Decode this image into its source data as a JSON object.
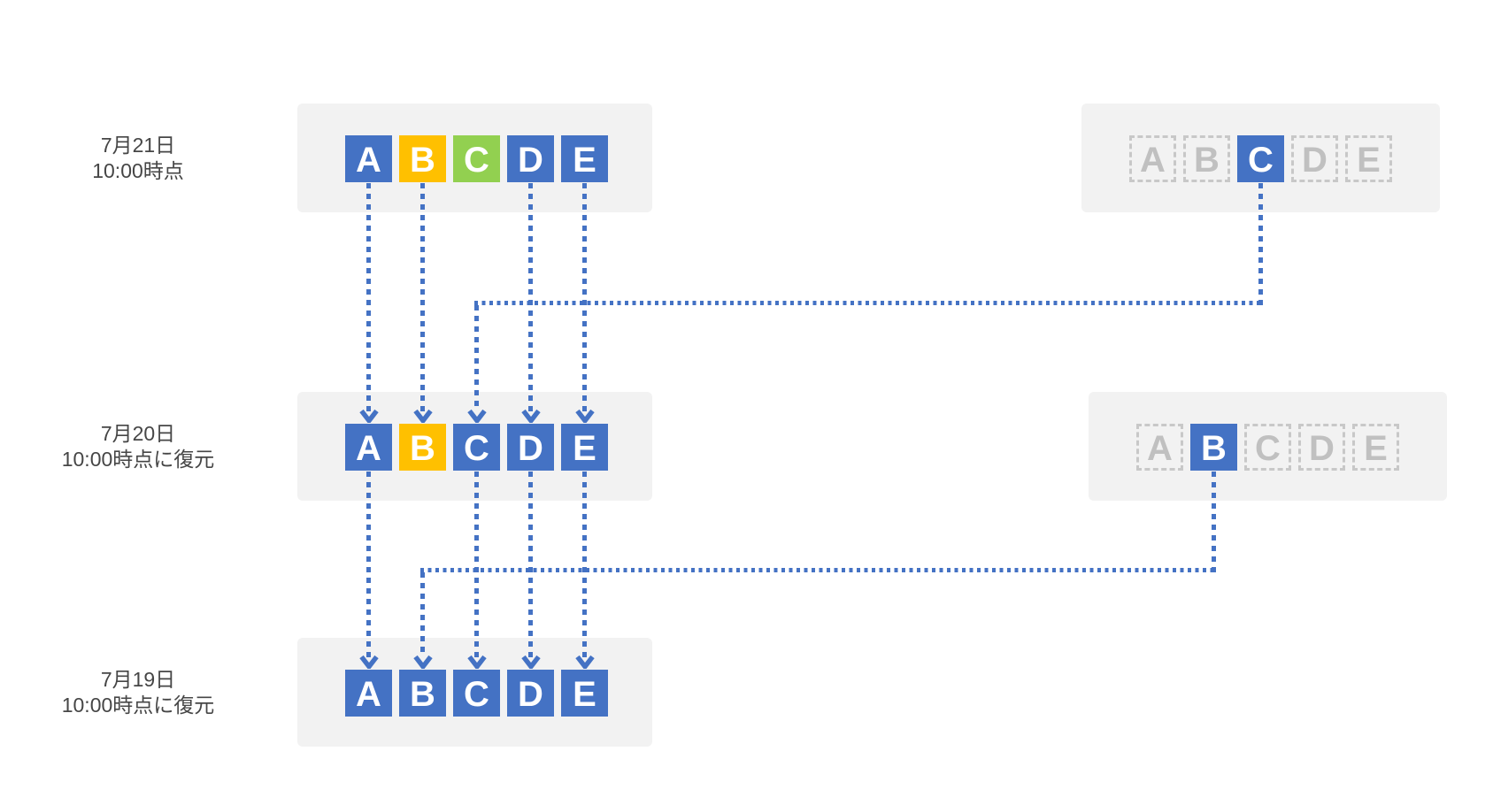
{
  "diagram": {
    "description": "backup-restore-flow-diagram",
    "colors": {
      "background": "#ffffff",
      "blue": "#4472c4",
      "yellow": "#ffc000",
      "green": "#92d050",
      "panel_bg": "#f2f2f2",
      "ghost_border": "#c8c8c8",
      "ghost_text": "#c0c0c0",
      "label_text": "#464646",
      "connector": "#4472c4"
    },
    "rows": [
      {
        "label_lines": [
          "7月21日",
          "10:00時点"
        ],
        "left_boxes": [
          {
            "letter": "A",
            "style": "blue"
          },
          {
            "letter": "B",
            "style": "yellow"
          },
          {
            "letter": "C",
            "style": "green"
          },
          {
            "letter": "D",
            "style": "blue"
          },
          {
            "letter": "E",
            "style": "blue"
          }
        ],
        "right_boxes": [
          {
            "letter": "A",
            "style": "ghost"
          },
          {
            "letter": "B",
            "style": "ghost"
          },
          {
            "letter": "C",
            "style": "blue"
          },
          {
            "letter": "D",
            "style": "ghost"
          },
          {
            "letter": "E",
            "style": "ghost"
          }
        ]
      },
      {
        "label_lines": [
          "7月20日",
          "10:00時点に復元"
        ],
        "left_boxes": [
          {
            "letter": "A",
            "style": "blue"
          },
          {
            "letter": "B",
            "style": "yellow"
          },
          {
            "letter": "C",
            "style": "blue"
          },
          {
            "letter": "D",
            "style": "blue"
          },
          {
            "letter": "E",
            "style": "blue"
          }
        ],
        "right_boxes": [
          {
            "letter": "A",
            "style": "ghost"
          },
          {
            "letter": "B",
            "style": "blue"
          },
          {
            "letter": "C",
            "style": "ghost"
          },
          {
            "letter": "D",
            "style": "ghost"
          },
          {
            "letter": "E",
            "style": "ghost"
          }
        ]
      },
      {
        "label_lines": [
          "7月19日",
          "10:00時点に復元"
        ],
        "left_boxes": [
          {
            "letter": "A",
            "style": "blue"
          },
          {
            "letter": "B",
            "style": "blue"
          },
          {
            "letter": "C",
            "style": "blue"
          },
          {
            "letter": "D",
            "style": "blue"
          },
          {
            "letter": "E",
            "style": "blue"
          }
        ],
        "right_boxes": []
      }
    ],
    "connectors": [
      {
        "kind": "straight",
        "from": {
          "row": 0,
          "panel": "left"
        },
        "to": {
          "row": 1,
          "panel": "left"
        },
        "columns": [
          "A",
          "B",
          "D",
          "E"
        ]
      },
      {
        "kind": "bent",
        "from": {
          "row": 0,
          "panel": "right",
          "column": "C"
        },
        "to": {
          "row": 1,
          "panel": "left",
          "column": "C"
        }
      },
      {
        "kind": "straight",
        "from": {
          "row": 1,
          "panel": "left"
        },
        "to": {
          "row": 2,
          "panel": "left"
        },
        "columns": [
          "A",
          "C",
          "D",
          "E"
        ]
      },
      {
        "kind": "bent",
        "from": {
          "row": 1,
          "panel": "right",
          "column": "B"
        },
        "to": {
          "row": 2,
          "panel": "left",
          "column": "B"
        }
      }
    ]
  }
}
